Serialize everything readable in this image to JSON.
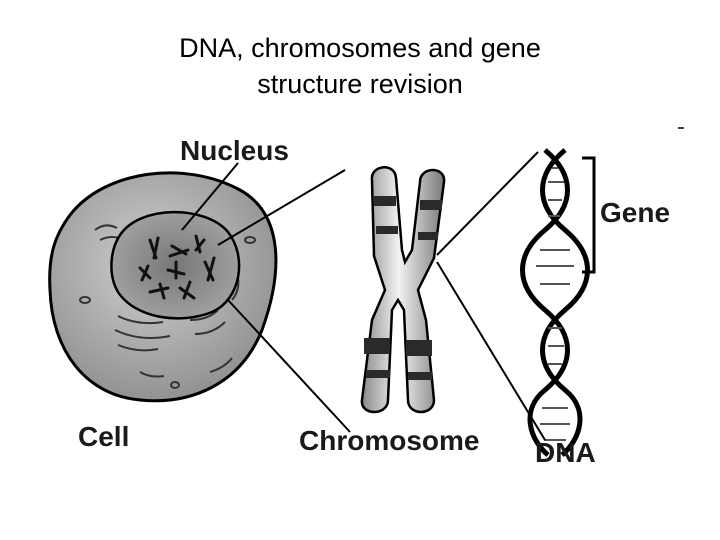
{
  "title": {
    "line1": "DNA, chromosomes and gene",
    "line2": "structure revision"
  },
  "diagram": {
    "labels": {
      "nucleus": "Nucleus",
      "cell": "Cell",
      "chromosome": "Chromosome",
      "gene": "Gene",
      "dna": "DNA"
    }
  },
  "colors": {
    "cell_fill": "#b5b5b5",
    "nucleus_fill": "#8a8a8a",
    "outline": "#000000",
    "background": "#ffffff"
  }
}
